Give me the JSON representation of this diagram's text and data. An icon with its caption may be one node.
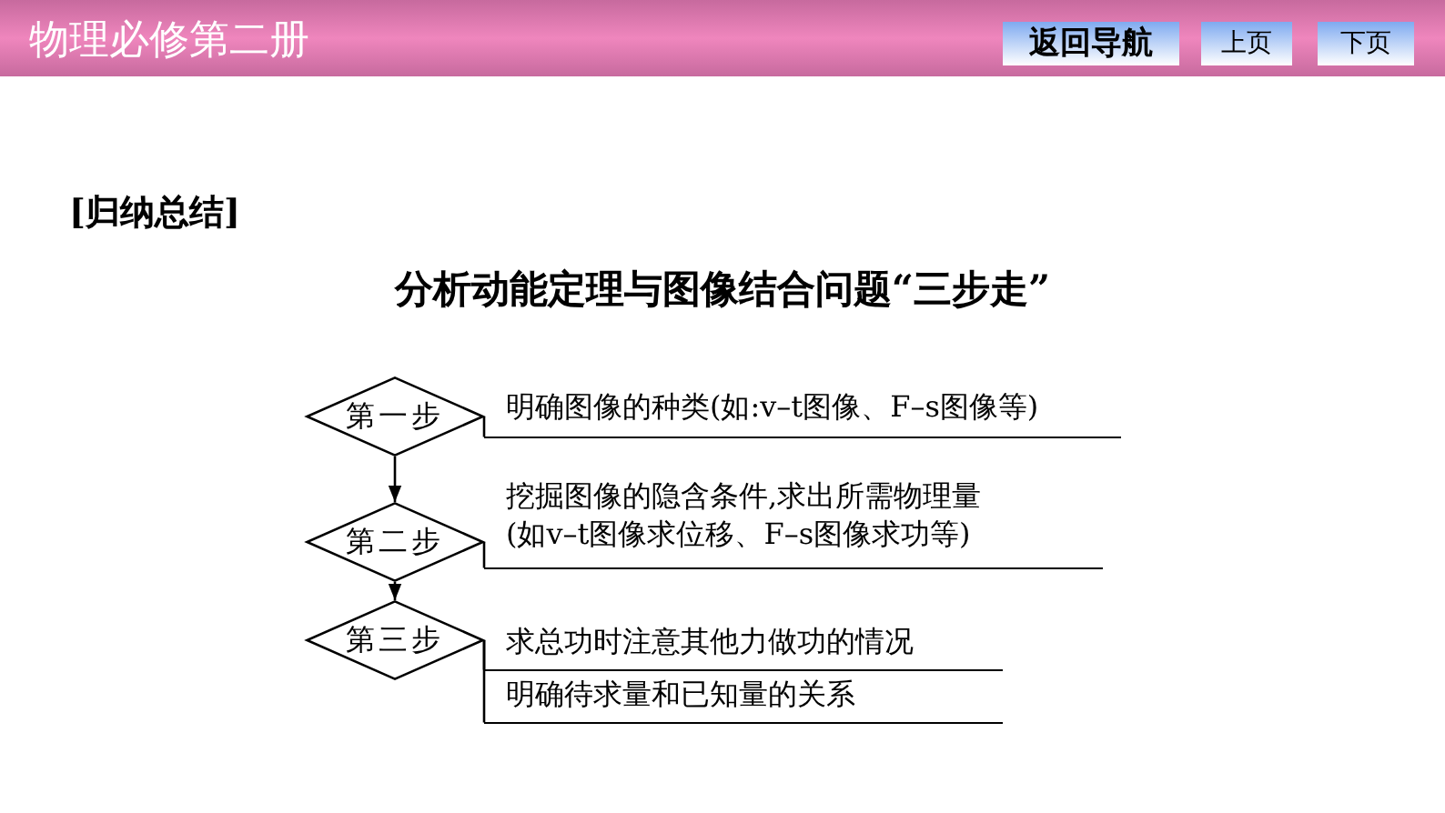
{
  "diagram": {
    "title": "分析动能定理与图像结合问题“三步走”",
    "nodes": [
      {
        "text": [
          "第一步"
        ]
      },
      {
        "text": [
          "明确图像的种类(如:v–t图像、F–s图像等)"
        ]
      },
      {
        "text": [
          "第二步"
        ]
      },
      {
        "text": [
          "挖掘图像的隐含条件,求出所需物理量(如v–t图像求位移、F–s图像求功等)"
        ]
      },
      {
        "text": [
          "第三步"
        ]
      },
      {
        "text": [
          "求总功时注意其他力做功的情况"
        ]
      },
      {
        "text": [
          "明确待求量和已知量的关系"
        ]
      }
    ],
    "edges": [
      {
        "from": 0,
        "to": 2,
        "arrow": "to"
      },
      {
        "from": 2,
        "to": 4,
        "arrow": "to"
      },
      {
        "from": 0,
        "to": 1,
        "arrow": "none"
      },
      {
        "from": 2,
        "to": 3,
        "arrow": "none"
      },
      {
        "from": 4,
        "to": 5,
        "arrow": "none"
      },
      {
        "from": 4,
        "to": 6,
        "arrow": "none"
      }
    ],
    "labels": [
      "物理必修第二册",
      "返回导航",
      "上页",
      "下页",
      "[归纳总结]"
    ]
  }
}
